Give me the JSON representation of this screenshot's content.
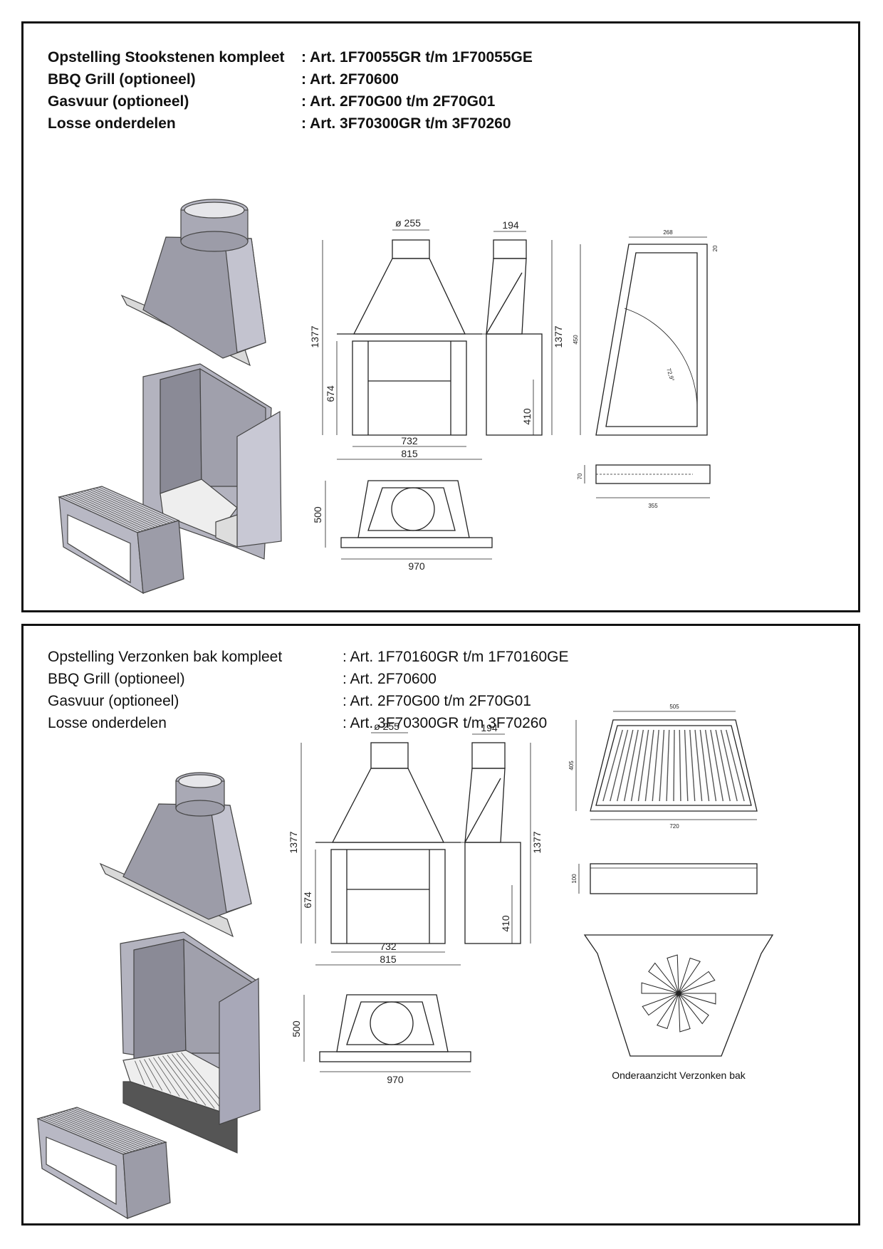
{
  "sections": [
    {
      "id": "stookstenen",
      "specs": [
        {
          "label": "Opstelling  Stookstenen kompleet",
          "value": ": Art. 1F70055GR t/m 1F70055GE"
        },
        {
          "label": "BBQ Grill (optioneel)",
          "value": ": Art. 2F70600"
        },
        {
          "label": "Gasvuur (optioneel)",
          "value": ": Art. 2F70G00 t/m 2F70G01"
        },
        {
          "label": "Losse onderdelen",
          "value": ": Art. 3F70300GR t/m 3F70260"
        }
      ],
      "dims": {
        "diameter": "ø 255",
        "height_total": "1377",
        "height_opening": "674",
        "width_inner": "732",
        "width_outer": "815",
        "depth": "500",
        "width_base": "970",
        "side_top": "194",
        "side_height": "1377",
        "side_low": "410",
        "stone_top": "268",
        "stone_t": "20",
        "stone_h": "450",
        "stone_angle": "72,9°",
        "stone_thick": "70",
        "stone_len": "355"
      }
    },
    {
      "id": "verzonken",
      "specs": [
        {
          "label": "Opstelling Verzonken bak kompleet",
          "value": ": Art. 1F70160GR t/m 1F70160GE"
        },
        {
          "label": "BBQ Grill (optioneel)",
          "value": ": Art. 2F70600"
        },
        {
          "label": "Gasvuur (optioneel)",
          "value": ": Art. 2F70G00 t/m 2F70G01"
        },
        {
          "label": "Losse onderdelen",
          "value": ": Art.  3F70300GR t/m 3F70260"
        }
      ],
      "dims": {
        "diameter": "ø 255",
        "height_total": "1377",
        "height_opening": "674",
        "width_inner": "732",
        "width_outer": "815",
        "depth": "500",
        "width_base": "970",
        "side_top": "194",
        "side_height": "1377",
        "side_low": "410",
        "grate_top": "505",
        "grate_depth": "405",
        "grate_bottom": "720",
        "grate_h": "100"
      },
      "caption": "Onderaanzicht Verzonken bak"
    }
  ]
}
